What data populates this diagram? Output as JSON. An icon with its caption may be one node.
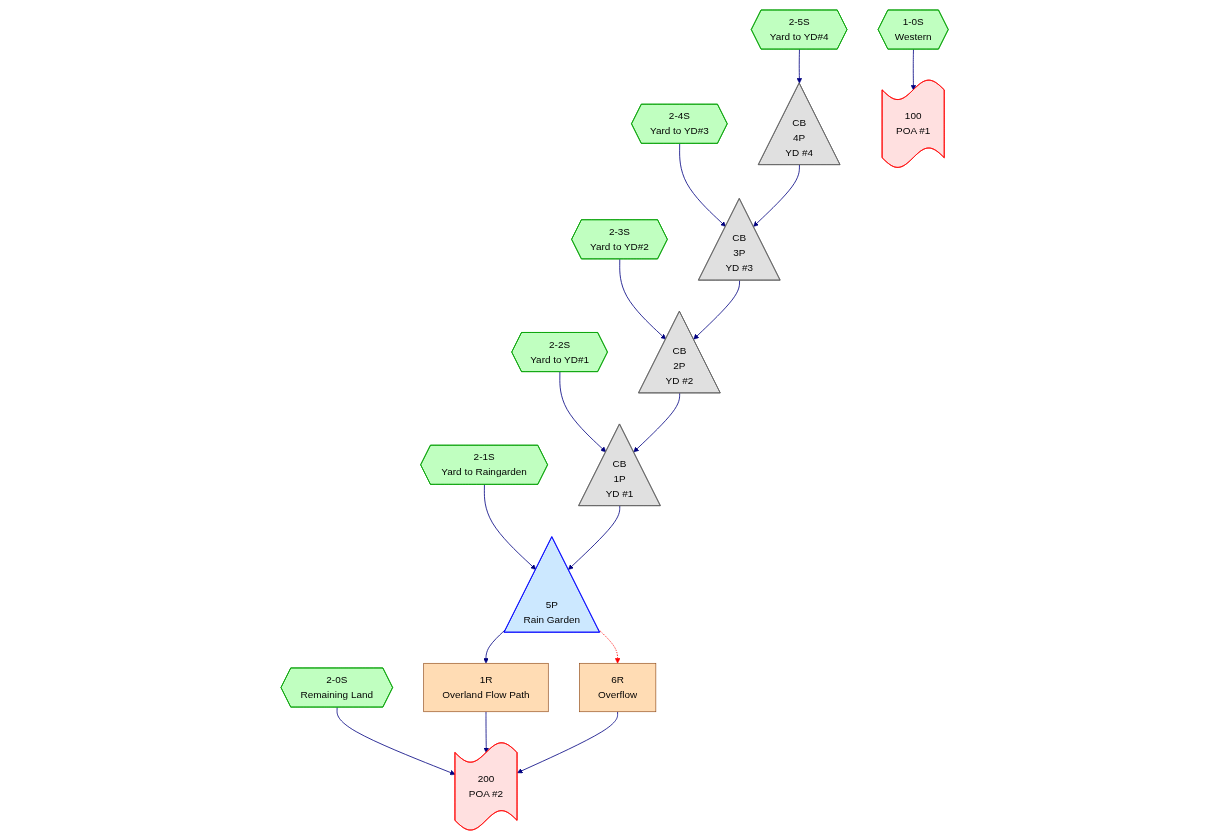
{
  "diagram": {
    "nodes": [
      {
        "text": [
          "2-5S",
          "Yard to YD#4"
        ]
      },
      {
        "text": [
          "2-4S",
          "Yard to YD#3"
        ]
      },
      {
        "text": [
          "CB",
          "4P",
          "YD #4"
        ]
      },
      {
        "text": [
          "2-3S",
          "Yard to YD#2"
        ]
      },
      {
        "text": [
          "CB",
          "3P",
          "YD #3"
        ]
      },
      {
        "text": [
          "2-2S",
          "Yard to YD#1"
        ]
      },
      {
        "text": [
          "CB",
          "2P",
          "YD #2"
        ]
      },
      {
        "text": [
          "2-1S",
          "Yard to Raingarden"
        ]
      },
      {
        "text": [
          "CB",
          "1P",
          "YD #1"
        ]
      },
      {
        "text": [
          "2-0S",
          "Remaining Land"
        ]
      },
      {
        "text": [
          "5P",
          "Rain Garden"
        ]
      },
      {
        "text": [
          "1R",
          "Overland Flow Path"
        ]
      },
      {
        "text": [
          "200",
          "POA #2"
        ]
      },
      {
        "text": [
          "6R",
          "Overflow"
        ]
      },
      {
        "text": [
          "100",
          "POA #1"
        ]
      },
      {
        "text": [
          "1-0S",
          "Western"
        ]
      }
    ],
    "edges": [
      {
        "from": 0,
        "to": 2,
        "arrow": "to"
      },
      {
        "from": 1,
        "to": 4,
        "arrow": "to"
      },
      {
        "from": 2,
        "to": 4,
        "arrow": "to"
      },
      {
        "from": 3,
        "to": 6,
        "arrow": "to"
      },
      {
        "from": 4,
        "to": 6,
        "arrow": "to"
      },
      {
        "from": 5,
        "to": 8,
        "arrow": "to"
      },
      {
        "from": 6,
        "to": 8,
        "arrow": "to"
      },
      {
        "from": 7,
        "to": 10,
        "arrow": "to"
      },
      {
        "from": 8,
        "to": 10,
        "arrow": "to"
      },
      {
        "from": 10,
        "to": 11,
        "arrow": "to"
      },
      {
        "from": 9,
        "to": 12,
        "arrow": "to"
      },
      {
        "from": 11,
        "to": 12,
        "arrow": "to"
      },
      {
        "from": 10,
        "to": 13,
        "arrow": "to",
        "style": "dashed",
        "color": "#ff0000"
      },
      {
        "from": 13,
        "to": 12,
        "arrow": "to"
      },
      {
        "from": 15,
        "to": 14,
        "arrow": "to"
      }
    ]
  }
}
